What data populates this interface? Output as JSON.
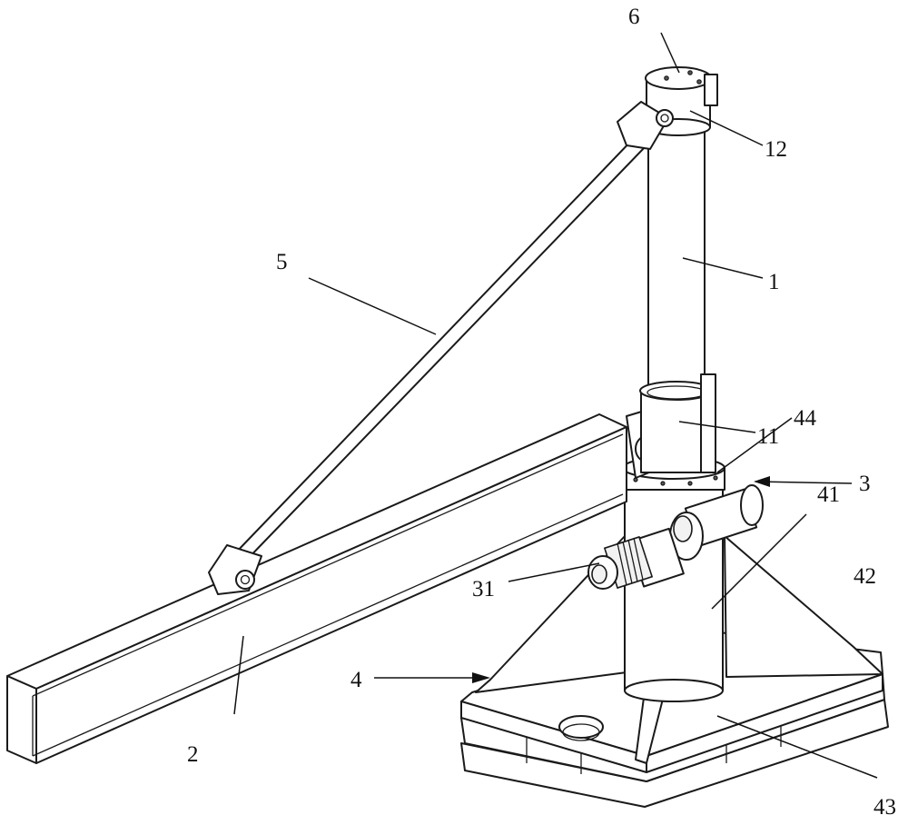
{
  "labels": {
    "l6": "6",
    "l12": "12",
    "l5": "5",
    "l1": "1",
    "l44": "44",
    "l11": "11",
    "l3": "3",
    "l41": "41",
    "l42": "42",
    "l31": "31",
    "l4": "4",
    "l2": "2",
    "l43": "43"
  }
}
